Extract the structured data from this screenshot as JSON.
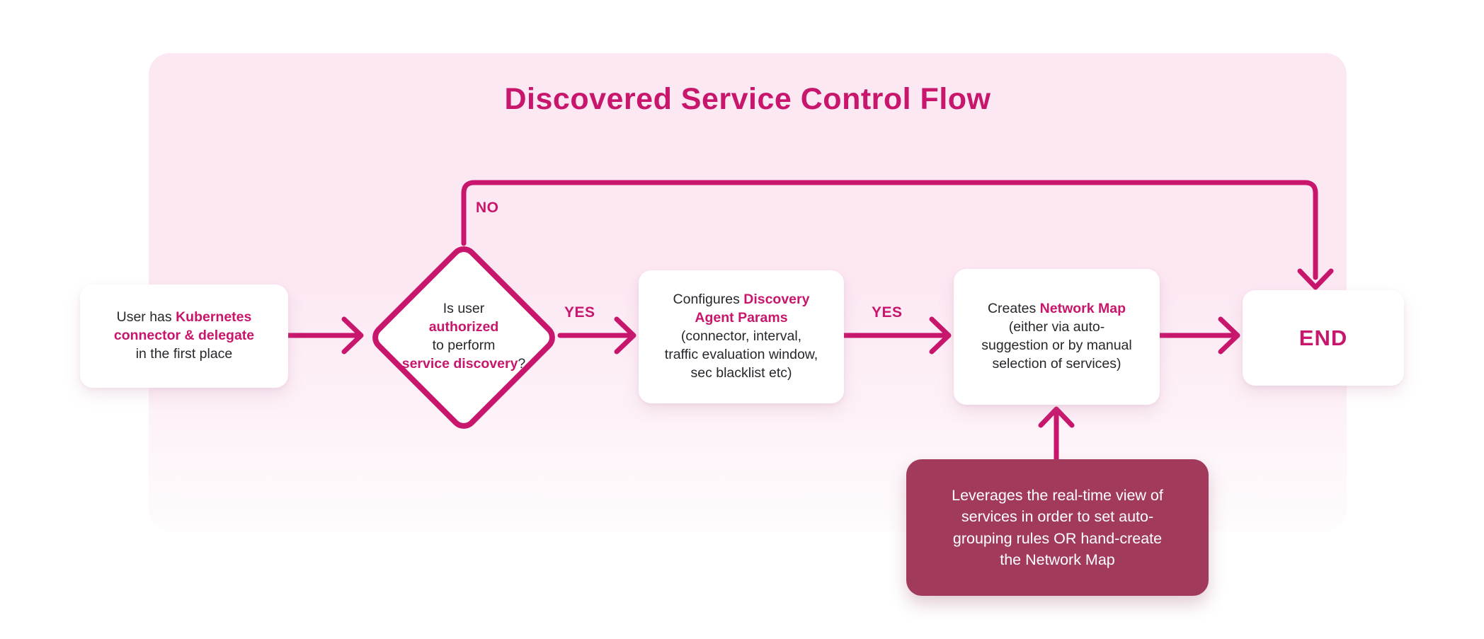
{
  "title": "Discovered Service Control Flow",
  "colors": {
    "accent": "#C7166C",
    "text_dark": "#27272C",
    "note_bg": "#A23A5C",
    "panel_top": "#FCE8F3",
    "panel_bottom": "#FEFCFD"
  },
  "edge_labels": {
    "no": "NO",
    "yes_1": "YES",
    "yes_2": "YES"
  },
  "nodes": {
    "start": {
      "lines": [
        [
          {
            "t": "User has "
          },
          {
            "t": "Kubernetes",
            "accent": true
          }
        ],
        [
          {
            "t": "connector & delegate",
            "accent": true
          }
        ],
        [
          {
            "t": "in the first place"
          }
        ]
      ]
    },
    "decision": {
      "lines": [
        [
          {
            "t": "Is user"
          }
        ],
        [
          {
            "t": "authorized",
            "accent": true
          }
        ],
        [
          {
            "t": "to perform"
          }
        ],
        [
          {
            "t": "service discovery",
            "accent": true
          },
          {
            "t": "?"
          }
        ]
      ]
    },
    "configure": {
      "lines": [
        [
          {
            "t": "Configures "
          },
          {
            "t": "Discovery",
            "accent": true
          }
        ],
        [
          {
            "t": "Agent Params",
            "accent": true
          }
        ],
        [
          {
            "t": "(connector, interval,"
          }
        ],
        [
          {
            "t": "traffic evaluation window,"
          }
        ],
        [
          {
            "t": "sec blacklist etc)"
          }
        ]
      ]
    },
    "create": {
      "lines": [
        [
          {
            "t": "Creates "
          },
          {
            "t": "Network Map",
            "accent": true
          }
        ],
        [
          {
            "t": "(either via auto-"
          }
        ],
        [
          {
            "t": "suggestion or by manual"
          }
        ],
        [
          {
            "t": "selection of services)"
          }
        ]
      ]
    },
    "end": {
      "label": "END"
    },
    "note": {
      "lines": [
        [
          {
            "t": "Leverages the real-time view of"
          }
        ],
        [
          {
            "t": "services in order to set auto-"
          }
        ],
        [
          {
            "t": "grouping rules OR hand-create"
          }
        ],
        [
          {
            "t": "the Network Map"
          }
        ]
      ]
    }
  }
}
